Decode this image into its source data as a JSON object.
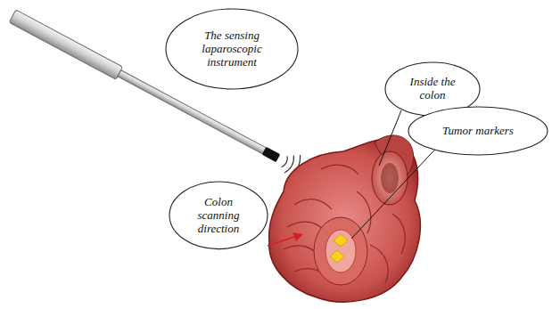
{
  "diagram": {
    "nodes": [
      {
        "text": [
          "The sensing laparoscopic instrument"
        ]
      },
      {
        "text": [
          "Inside the colon"
        ]
      },
      {
        "text": [
          "Tumor markers"
        ]
      },
      {
        "text": [
          "Colon scanning direction"
        ]
      }
    ]
  }
}
